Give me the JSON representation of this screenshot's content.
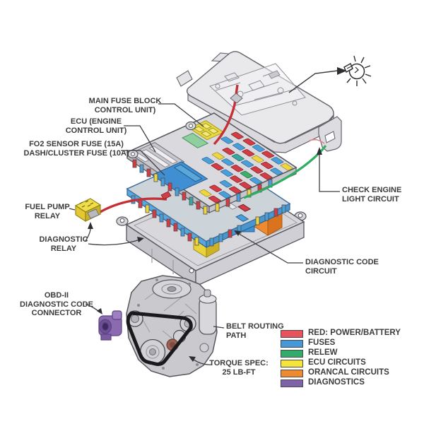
{
  "callouts": {
    "main_fuse_block": "MAIN FUSE BLOCK\nCONTROL UNIT)",
    "ecu": "ECU (ENGINE\nCONTROL UNIT)",
    "fo2_dash": "FO2 SENSOR FUSE (15A)\nDASH/CLUSTER FUSE (10A)",
    "fuel_pump_relay": "FUEL PUMP\nRELAY",
    "diagnostic_relay": "DIAGNOSTIC\nRELAY",
    "obd2": "OBD-II\nDIAGNOSTIC CODE\nCONNECTOR",
    "check_engine": "CHECK ENGINE\nLIGHT CIRCUIT",
    "diagnostic_code": "DIAGNOSTIC CODE\nCIRCUIT",
    "belt_routing": "BELT ROUTING\nPATH",
    "torque_spec": "TORQUE SPEC:\n25 LB-FT"
  },
  "legend": {
    "items": [
      {
        "label": "RED: POWER/BATTERY",
        "color": "#e8535e"
      },
      {
        "label": "FUSES",
        "color": "#4598d8"
      },
      {
        "label": "RELEW",
        "color": "#33ab6b"
      },
      {
        "label": "ECU CIRCUITS",
        "color": "#f5e43c"
      },
      {
        "label": "ORANCAL CIRCUITS",
        "color": "#ee8b30"
      },
      {
        "label": "DIAGNOSTICS",
        "color": "#7f63a8"
      }
    ]
  },
  "wires": {
    "power": "#c62f36",
    "check_engine": "#2fae62"
  }
}
